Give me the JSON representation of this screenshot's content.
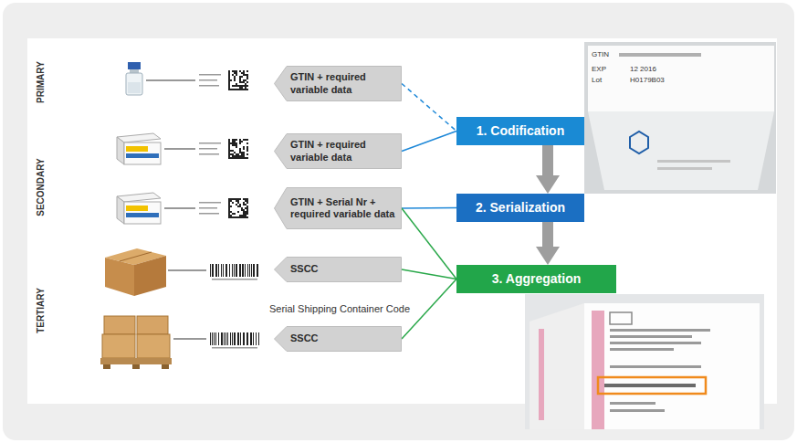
{
  "diagram": {
    "nodes": [
      {
        "text": [
          "GTIN + required variable data"
        ]
      },
      {
        "text": [
          "GTIN + required variable data"
        ]
      },
      {
        "text": [
          "GTIN + Serial Nr + required variable data"
        ]
      },
      {
        "text": [
          "SSCC"
        ]
      },
      {
        "text": [
          "SSCC"
        ]
      },
      {
        "text": [
          "1. Codification"
        ]
      },
      {
        "text": [
          "2. Serialization"
        ]
      },
      {
        "text": [
          "3. Aggregation"
        ]
      }
    ],
    "edges": [
      {
        "from": 0,
        "to": 5,
        "arrow": "none"
      },
      {
        "from": 1,
        "to": 5,
        "arrow": "none"
      },
      {
        "from": 2,
        "to": 6,
        "arrow": "none"
      },
      {
        "from": 2,
        "to": 7,
        "arrow": "none"
      },
      {
        "from": 3,
        "to": 7,
        "arrow": "none"
      },
      {
        "from": 4,
        "to": 7,
        "arrow": "none"
      },
      {
        "from": 5,
        "to": 6,
        "arrow": "to"
      },
      {
        "from": 6,
        "to": 7,
        "arrow": "to"
      }
    ],
    "labels": [
      "PRIMARY",
      "SECONDARY",
      "TERTIARY",
      "Serial Shipping Container Code",
      "GTIN",
      "EXP",
      "12 2016",
      "Lot",
      "H0179B03"
    ]
  }
}
